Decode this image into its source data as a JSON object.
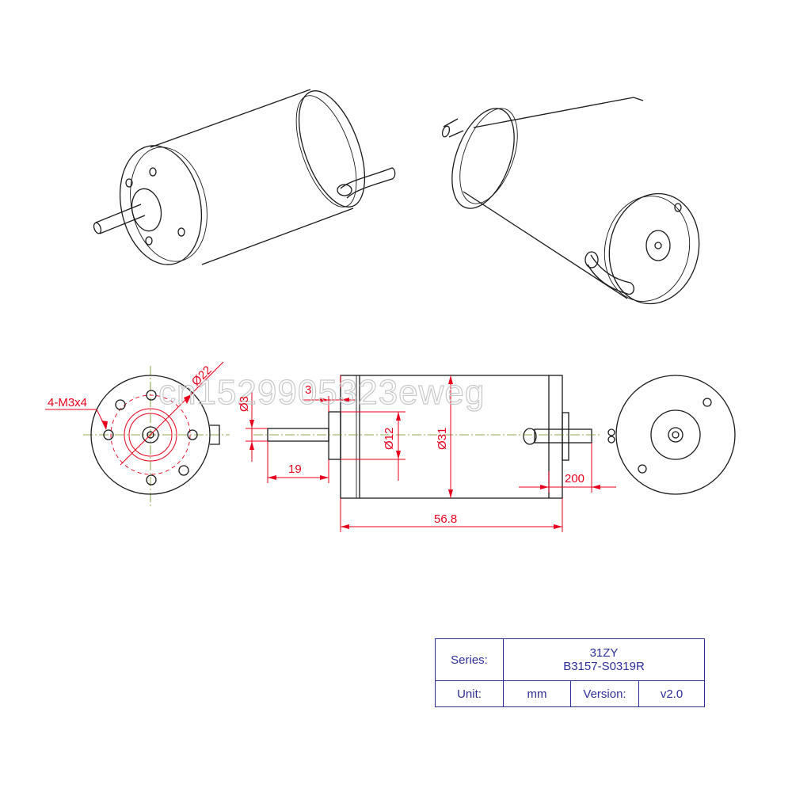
{
  "watermark": "cn1529905323eweg",
  "dimensions": {
    "mount_holes": "4-M3x4",
    "pcd": "Ø22",
    "shaft_dia": "Ø3",
    "flange_step": "3",
    "boss_dia": "Ø12",
    "body_dia": "Ø31",
    "shaft_length": "19",
    "body_length": "56.8",
    "lead_length": "200"
  },
  "title_block": {
    "series_label": "Series:",
    "series_line1": "31ZY",
    "series_line2": "B3157-S0319R",
    "unit_label": "Unit:",
    "unit_value": "mm",
    "version_label": "Version:",
    "version_value": "v2.0"
  },
  "colors": {
    "dimension": "#e8001c",
    "outline": "#1a1a1a",
    "centerline": "#6a8c1a",
    "title_block": "#2e2e9a"
  }
}
